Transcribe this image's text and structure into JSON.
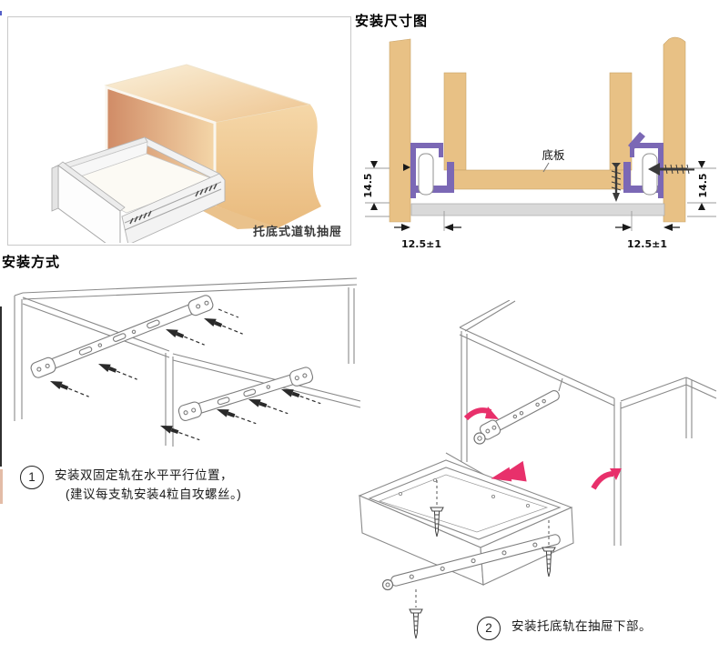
{
  "page": {
    "background": "#ffffff"
  },
  "panel_top_left": {
    "caption": "托底式道轨抽屉"
  },
  "dimension_diagram": {
    "title": "安装尺寸图",
    "labels": {
      "bottom_board": "底板",
      "height_left": "14.5",
      "height_right": "14.5",
      "offset_left": "12.5±1",
      "offset_right": "12.5±1"
    },
    "colors": {
      "wood": "#e8c185",
      "rail_purple": "#7b68b5",
      "base_strip_gray": "#d9d9d9"
    }
  },
  "install_section": {
    "title": "安装方式",
    "accent_arrow_color": "#e8306b",
    "steps": [
      {
        "number": "1",
        "line1": "安装双固定轨在水平平行位置，",
        "line2": "(建议每支轨安装4粒自攻螺丝。)"
      },
      {
        "number": "2",
        "line1": "安装托底轨在抽屉下部。",
        "line2": ""
      }
    ]
  },
  "icons": {
    "screw": "screw-icon",
    "screw_arrow": "screw-arrow-icon",
    "roller": "roller-icon",
    "pink_arrow": "direction-arrow-icon"
  }
}
